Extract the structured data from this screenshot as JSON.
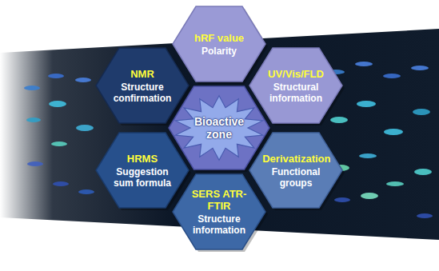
{
  "diagram": {
    "nodes": [
      {
        "text": [
          "hRF value",
          "Polarity"
        ]
      },
      {
        "text": [
          "NMR",
          "Structure confirmation"
        ]
      },
      {
        "text": [
          "UV/Vis/FLD",
          "Structural information"
        ]
      },
      {
        "text": [
          "Bioactive zone"
        ]
      },
      {
        "text": [
          "HRMS",
          "Suggestion sum formula"
        ]
      },
      {
        "text": [
          "Derivatization",
          "Functional groups"
        ]
      },
      {
        "text": [
          "SERS ATR-FTIR",
          "Structure information"
        ]
      }
    ]
  }
}
